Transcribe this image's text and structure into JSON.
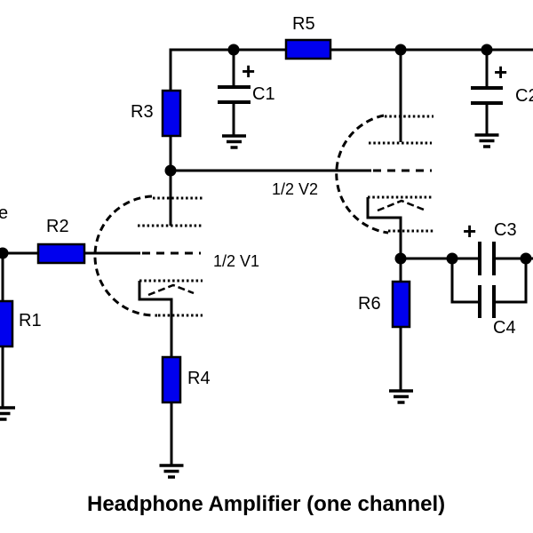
{
  "caption": "Headphone Amplifier (one channel)",
  "colors": {
    "resistor_fill": "#0000ee",
    "line": "#000000",
    "background": "#ffffff"
  },
  "labels": {
    "r1": "R1",
    "r2": "R2",
    "r3": "R3",
    "r4": "R4",
    "r5": "R5",
    "r6": "R6",
    "c1": "C1",
    "c2": "C2",
    "c3": "C3",
    "c4": "C4",
    "v1": "1/2 V1",
    "v2": "1/2 V2",
    "plus": "+",
    "input_fragment": "e"
  }
}
